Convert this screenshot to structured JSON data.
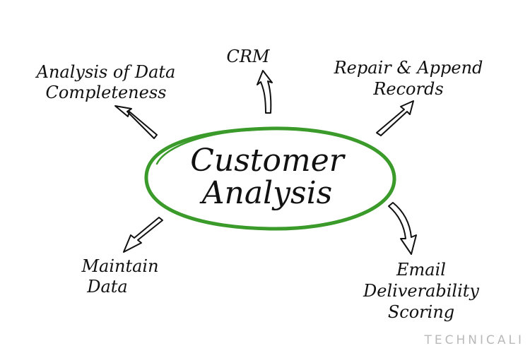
{
  "center": {
    "line1": "Customer",
    "line2": "Analysis",
    "ellipse_color": "#3a9a2a"
  },
  "nodes": [
    {
      "id": "analysis",
      "lines": [
        "Analysis of Data",
        "Completeness"
      ]
    },
    {
      "id": "crm",
      "lines": [
        "CRM"
      ]
    },
    {
      "id": "repair",
      "lines": [
        "Repair & Append",
        "Records"
      ]
    },
    {
      "id": "maintain",
      "lines": [
        "Maintain",
        "Data"
      ]
    },
    {
      "id": "email",
      "lines": [
        "Email",
        "Deliverability",
        "Scoring"
      ]
    }
  ],
  "watermark": "TECHNICALI",
  "colors": {
    "ink": "#111111",
    "accent": "#3a9a2a",
    "watermark": "#b9b9b9"
  }
}
